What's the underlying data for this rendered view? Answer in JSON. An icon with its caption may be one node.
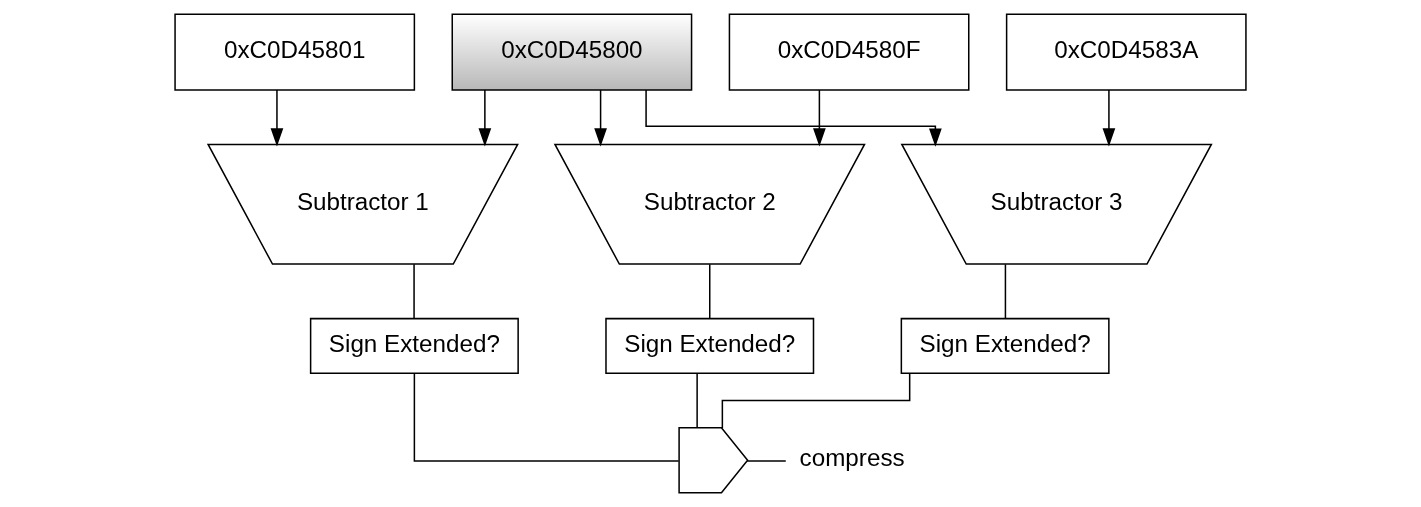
{
  "diagram": {
    "nodes": [
      {
        "text": [
          "0xC0D45800"
        ]
      },
      {
        "text": [
          "0xC0D45801"
        ]
      },
      {
        "text": [
          "0xC0D4580F"
        ]
      },
      {
        "text": [
          "0xC0D4583A"
        ]
      },
      {
        "text": [
          "Subtractor 1"
        ]
      },
      {
        "text": [
          "Subtractor 2"
        ]
      },
      {
        "text": [
          "Subtractor 3"
        ]
      },
      {
        "text": [
          "Sign Extended?"
        ]
      },
      {
        "text": [
          "Sign Extended?"
        ]
      },
      {
        "text": [
          "Sign Extended?"
        ]
      },
      {
        "text": [],
        "shape": "gate"
      },
      {
        "text": [
          "compress"
        ]
      }
    ],
    "edges": [
      {
        "from": 0,
        "to": 4,
        "arrow": "to"
      },
      {
        "from": 1,
        "to": 4,
        "arrow": "to"
      },
      {
        "from": 0,
        "to": 5,
        "arrow": "to"
      },
      {
        "from": 2,
        "to": 5,
        "arrow": "to"
      },
      {
        "from": 0,
        "to": 6,
        "arrow": "to"
      },
      {
        "from": 3,
        "to": 6,
        "arrow": "to"
      },
      {
        "from": 4,
        "to": 7,
        "arrow": "none"
      },
      {
        "from": 5,
        "to": 8,
        "arrow": "none"
      },
      {
        "from": 6,
        "to": 9,
        "arrow": "none"
      },
      {
        "from": 9,
        "to": 10,
        "arrow": "none"
      },
      {
        "from": 8,
        "to": 10,
        "arrow": "none"
      },
      {
        "from": 7,
        "to": 10,
        "arrow": "none"
      },
      {
        "from": 10,
        "to": 11,
        "arrow": "none"
      }
    ]
  }
}
